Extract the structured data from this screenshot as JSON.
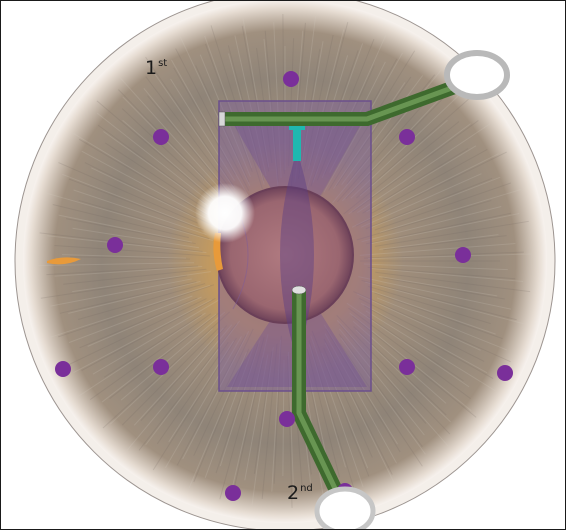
{
  "labels": {
    "first_num": "1",
    "first_suffix": "st",
    "second_num": "2",
    "second_suffix": "nd"
  },
  "colors": {
    "iris_outer": "#9a8675",
    "iris_inner": "#c19a5a",
    "limbus_ring": "#f3ece6",
    "pupil": "#9f6a72",
    "pupil_rim": "#6a3f58",
    "overlay_purple": "#7a5a9c",
    "marker_dot": "#7a2f9a",
    "green_tube": "#4d7a3a",
    "cyan_marker": "#1fb8b0",
    "orange_mark": "#e89a3a",
    "highlight": "#ffffff"
  },
  "icons": {
    "upper_port": "ring-port-icon",
    "lower_port": "ring-port-icon"
  }
}
